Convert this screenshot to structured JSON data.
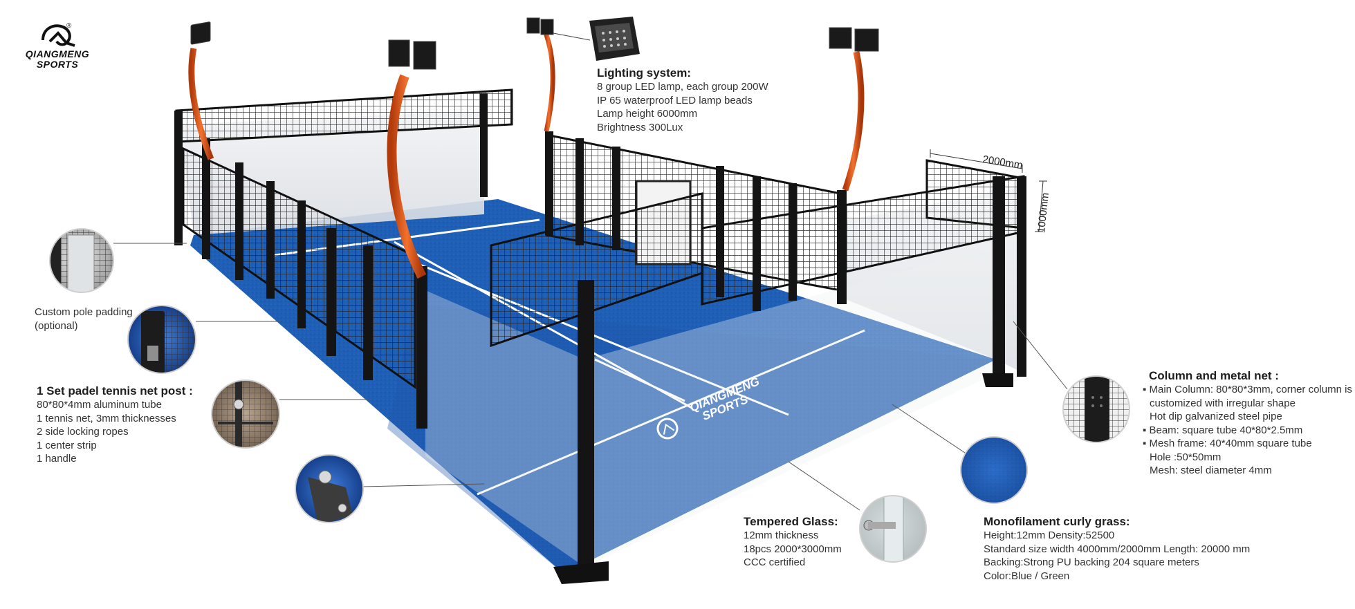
{
  "brand": {
    "logo_line1": "QIANGMENG",
    "logo_line2": "SPORTS",
    "registered_mark": "®",
    "court_logo_line1": "QIANGMENG",
    "court_logo_line2": "SPORTS"
  },
  "dimensions": {
    "width_label": "2000mm",
    "height_label": "1000mm"
  },
  "lighting": {
    "title": "Lighting system:",
    "lines": [
      "8 group  LED lamp,  each group 200W",
      "IP 65 waterproof LED lamp beads",
      "Lamp height 6000mm",
      "Brightness 300Lux"
    ]
  },
  "pole_padding": {
    "lines": [
      "Custom pole padding",
      "(optional)"
    ]
  },
  "net_post": {
    "title": "1 Set padel tennis net post :",
    "lines": [
      "80*80*4mm aluminum tube",
      "1 tennis net, 3mm thicknesses",
      "2 side locking ropes",
      "1 center strip",
      "1 handle"
    ]
  },
  "column": {
    "title": "Column and metal net :",
    "lines": [
      "▪ Main Column: 80*80*3mm, corner column is",
      "customized with irregular shape",
      "Hot dip galvanized steel pipe",
      "▪ Beam: square tube 40*80*2.5mm",
      "▪ Mesh frame: 40*40mm square tube",
      "Hole :50*50mm",
      "Mesh: steel diameter 4mm"
    ]
  },
  "glass": {
    "title": "Tempered Glass:",
    "lines": [
      "12mm thickness",
      "18pcs   2000*3000mm",
      "CCC certified"
    ]
  },
  "grass": {
    "title": "Monofilament curly grass:",
    "lines": [
      "Height:12mm   Density:52500",
      "Standard size  width 4000mm/2000mm    Length: 20000 mm",
      "Backing:Strong PU backing 204 square meters",
      "Color:Blue / Green"
    ]
  },
  "colors": {
    "court_blue": "#1f5fb5",
    "frame_black": "#141414",
    "pole_orange": "#e0571c",
    "glass_tint": "#e9ecef"
  },
  "icons": [
    "logo-mark-icon",
    "led-lamp-icon",
    "detail-bubble-icon"
  ]
}
